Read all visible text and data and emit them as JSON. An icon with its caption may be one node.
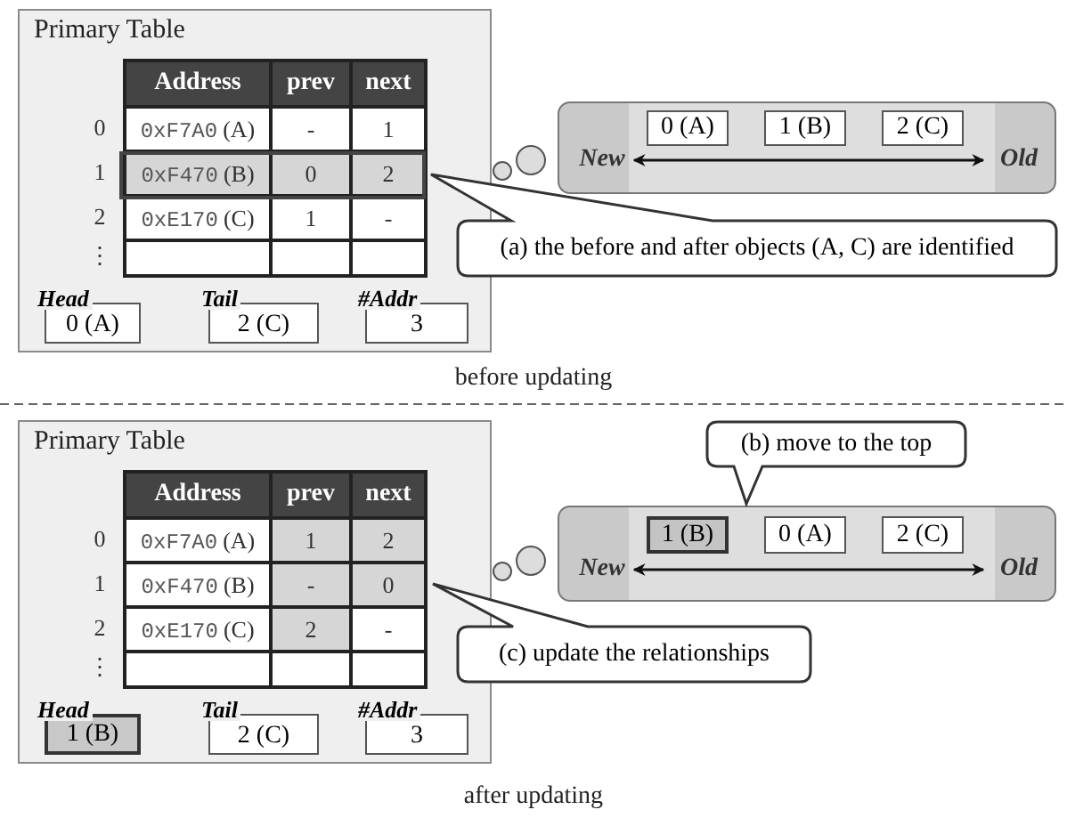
{
  "diagram": {
    "nodes": [
      {
        "text": [
          "Primary Table"
        ]
      },
      {
        "text": [
          "Head",
          "0 (A)"
        ],
        "in": 0
      },
      {
        "text": [
          "Tail",
          "2 (C)"
        ],
        "in": 0
      },
      {
        "text": [
          "#Addr",
          "3"
        ],
        "in": 0
      },
      {
        "text": [],
        "shape": "box"
      },
      {
        "text": [
          "0 (A)"
        ],
        "in": 4
      },
      {
        "text": [
          "1 (B)"
        ],
        "in": 4
      },
      {
        "text": [
          "2 (C)"
        ],
        "in": 4
      },
      {
        "text": [
          "New"
        ],
        "in": 4
      },
      {
        "text": [
          "Old"
        ],
        "in": 4
      },
      {
        "text": [
          "(a) the before and after objects (A, C) are identified"
        ]
      },
      {
        "text": [
          "Primary Table"
        ]
      },
      {
        "text": [
          "Head",
          "1 (B)"
        ],
        "in": 11
      },
      {
        "text": [
          "Tail",
          "2 (C)"
        ],
        "in": 11
      },
      {
        "text": [
          "#Addr",
          "3"
        ],
        "in": 11
      },
      {
        "text": [
          "(b) move to the top"
        ]
      },
      {
        "text": [],
        "shape": "box"
      },
      {
        "text": [
          "1 (B)"
        ],
        "in": 16
      },
      {
        "text": [
          "0 (A)"
        ],
        "in": 16
      },
      {
        "text": [
          "2 (C)"
        ],
        "in": 16
      },
      {
        "text": [
          "New"
        ],
        "in": 16
      },
      {
        "text": [
          "Old"
        ],
        "in": 16
      },
      {
        "text": [
          "(c) update the relationships"
        ]
      }
    ],
    "edges": [
      {
        "from": 8,
        "to": 9,
        "arrow": "both"
      },
      {
        "from": 20,
        "to": 21,
        "arrow": "both"
      }
    ],
    "labels": [
      "Address",
      "prev",
      "next",
      "0",
      "0xF7A0 (A)",
      "-",
      "1",
      "1",
      "0xF470 (B)",
      "0",
      "2",
      "2",
      "0xE170 (C)",
      "1",
      "-",
      "⋮",
      "before updating",
      "Address",
      "prev",
      "next",
      "0",
      "0xF7A0 (A)",
      "1",
      "2",
      "1",
      "0xF470 (B)",
      "-",
      "0",
      "2",
      "0xE170 (C)",
      "2",
      "-",
      "⋮",
      "after updating"
    ]
  }
}
